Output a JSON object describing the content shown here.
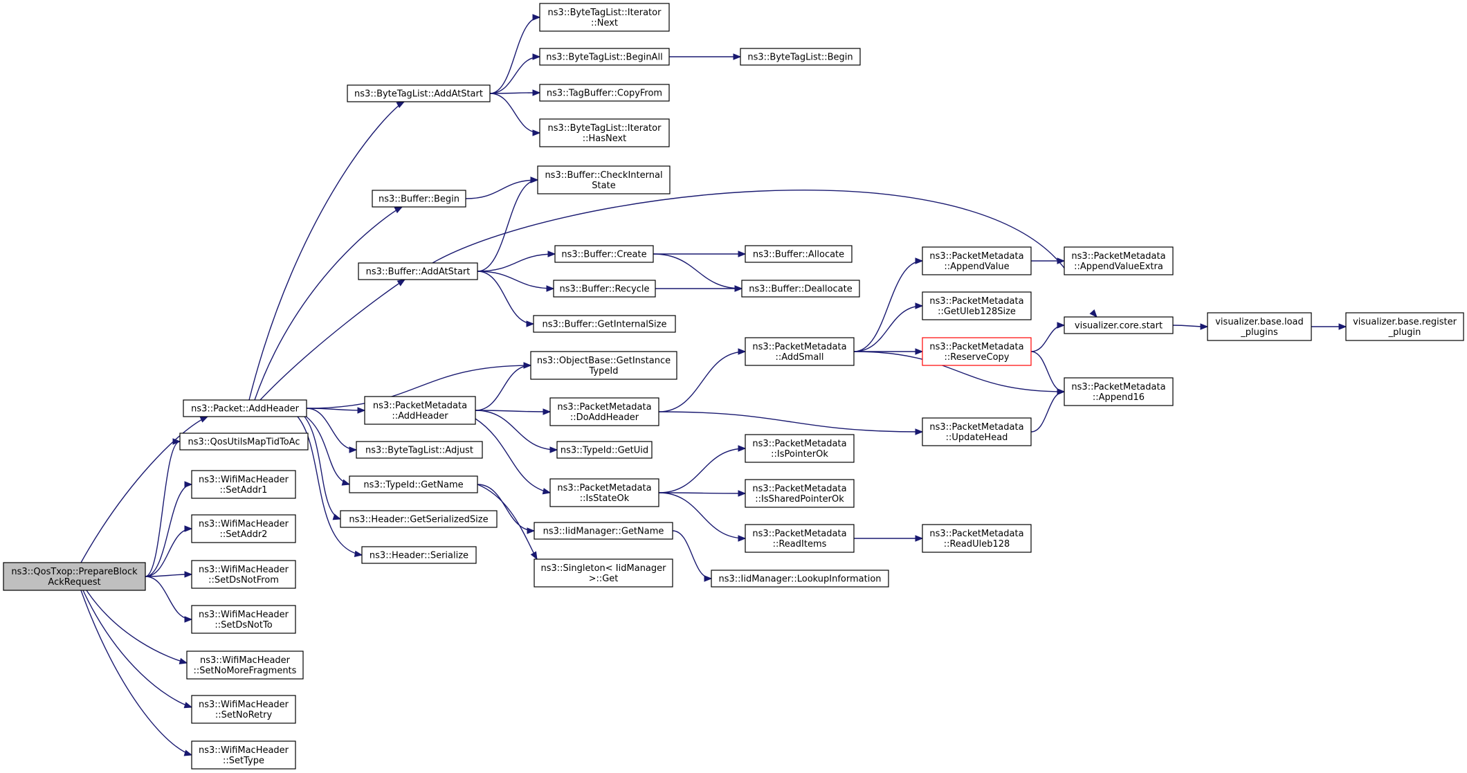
{
  "colors": {
    "edge": "#191970",
    "root_fill": "#bfbfbf",
    "highlight_border": "#ff0000"
  },
  "nodes": [
    {
      "id": "prepare",
      "lines": [
        "ns3::QosTxop::PrepareBlock",
        "AckRequest"
      ],
      "root": true
    },
    {
      "id": "addheader",
      "lines": [
        "ns3::Packet::AddHeader"
      ]
    },
    {
      "id": "maptid",
      "lines": [
        "ns3::QosUtilsMapTidToAc"
      ]
    },
    {
      "id": "setaddr1",
      "lines": [
        "ns3::WifiMacHeader",
        "::SetAddr1"
      ]
    },
    {
      "id": "setaddr2",
      "lines": [
        "ns3::WifiMacHeader",
        "::SetAddr2"
      ]
    },
    {
      "id": "setdsnotfrom",
      "lines": [
        "ns3::WifiMacHeader",
        "::SetDsNotFrom"
      ]
    },
    {
      "id": "setdsnotto",
      "lines": [
        "ns3::WifiMacHeader",
        "::SetDsNotTo"
      ]
    },
    {
      "id": "setnomorefrag",
      "lines": [
        "ns3::WifiMacHeader",
        "::SetNoMoreFragments"
      ]
    },
    {
      "id": "setnoretry",
      "lines": [
        "ns3::WifiMacHeader",
        "::SetNoRetry"
      ]
    },
    {
      "id": "settype",
      "lines": [
        "ns3::WifiMacHeader",
        "::SetType"
      ]
    },
    {
      "id": "btl_addatstart",
      "lines": [
        "ns3::ByteTagList::AddAtStart"
      ]
    },
    {
      "id": "buf_begin",
      "lines": [
        "ns3::Buffer::Begin"
      ]
    },
    {
      "id": "buf_addatstart",
      "lines": [
        "ns3::Buffer::AddAtStart"
      ]
    },
    {
      "id": "getinstancetypeid",
      "lines": [
        "ns3::ObjectBase::GetInstance",
        "TypeId"
      ]
    },
    {
      "id": "pm_addheader",
      "lines": [
        "ns3::PacketMetadata",
        "::AddHeader"
      ]
    },
    {
      "id": "btl_adjust",
      "lines": [
        "ns3::ByteTagList::Adjust"
      ]
    },
    {
      "id": "typeid_getname",
      "lines": [
        "ns3::TypeId::GetName"
      ]
    },
    {
      "id": "hdr_getsersize",
      "lines": [
        "ns3::Header::GetSerializedSize"
      ]
    },
    {
      "id": "hdr_serialize",
      "lines": [
        "ns3::Header::Serialize"
      ]
    },
    {
      "id": "btl_iter_next",
      "lines": [
        "ns3::ByteTagList::Iterator",
        "::Next"
      ]
    },
    {
      "id": "btl_beginall",
      "lines": [
        "ns3::ByteTagList::BeginAll"
      ]
    },
    {
      "id": "tagbuf_copyfrom",
      "lines": [
        "ns3::TagBuffer::CopyFrom"
      ]
    },
    {
      "id": "btl_iter_hasnext",
      "lines": [
        "ns3::ByteTagList::Iterator",
        "::HasNext"
      ]
    },
    {
      "id": "btl_begin",
      "lines": [
        "ns3::ByteTagList::Begin"
      ]
    },
    {
      "id": "buf_checkinternal",
      "lines": [
        "ns3::Buffer::CheckInternal",
        "State"
      ]
    },
    {
      "id": "buf_create",
      "lines": [
        "ns3::Buffer::Create"
      ]
    },
    {
      "id": "buf_recycle",
      "lines": [
        "ns3::Buffer::Recycle"
      ]
    },
    {
      "id": "buf_getinternalsize",
      "lines": [
        "ns3::Buffer::GetInternalSize"
      ]
    },
    {
      "id": "buf_allocate",
      "lines": [
        "ns3::Buffer::Allocate"
      ]
    },
    {
      "id": "buf_deallocate",
      "lines": [
        "ns3::Buffer::Deallocate"
      ]
    },
    {
      "id": "pm_doaddheader",
      "lines": [
        "ns3::PacketMetadata",
        "::DoAddHeader"
      ]
    },
    {
      "id": "typeid_getuid",
      "lines": [
        "ns3::TypeId::GetUid"
      ]
    },
    {
      "id": "pm_isstateok",
      "lines": [
        "ns3::PacketMetadata",
        "::IsStateOk"
      ]
    },
    {
      "id": "iid_getname",
      "lines": [
        "ns3::IidManager::GetName"
      ]
    },
    {
      "id": "singleton_get",
      "lines": [
        "ns3::Singleton< IidManager",
        ">::Get"
      ]
    },
    {
      "id": "iid_lookup",
      "lines": [
        "ns3::IidManager::LookupInformation"
      ]
    },
    {
      "id": "pm_addsmall",
      "lines": [
        "ns3::PacketMetadata",
        "::AddSmall"
      ]
    },
    {
      "id": "pm_ispointerok",
      "lines": [
        "ns3::PacketMetadata",
        "::IsPointerOk"
      ]
    },
    {
      "id": "pm_issharedpointerok",
      "lines": [
        "ns3::PacketMetadata",
        "::IsSharedPointerOk"
      ]
    },
    {
      "id": "pm_readitems",
      "lines": [
        "ns3::PacketMetadata",
        "::ReadItems"
      ]
    },
    {
      "id": "pm_appendvalue",
      "lines": [
        "ns3::PacketMetadata",
        "::AppendValue"
      ]
    },
    {
      "id": "pm_getuleb128size",
      "lines": [
        "ns3::PacketMetadata",
        "::GetUleb128Size"
      ]
    },
    {
      "id": "pm_reservecopy",
      "lines": [
        "ns3::PacketMetadata",
        "::ReserveCopy"
      ],
      "highlight": true
    },
    {
      "id": "pm_updatehead",
      "lines": [
        "ns3::PacketMetadata",
        "::UpdateHead"
      ]
    },
    {
      "id": "pm_readuleb128",
      "lines": [
        "ns3::PacketMetadata",
        "::ReadUleb128"
      ]
    },
    {
      "id": "pm_appendvalueextra",
      "lines": [
        "ns3::PacketMetadata",
        "::AppendValueExtra"
      ]
    },
    {
      "id": "vis_core_start",
      "lines": [
        "visualizer.core.start"
      ]
    },
    {
      "id": "pm_append16",
      "lines": [
        "ns3::PacketMetadata",
        "::Append16"
      ]
    },
    {
      "id": "vis_load_plugins",
      "lines": [
        "visualizer.base.load",
        "_plugins"
      ]
    },
    {
      "id": "vis_register_plugin",
      "lines": [
        "visualizer.base.register",
        "_plugin"
      ]
    }
  ],
  "edges": [
    [
      "prepare",
      "addheader"
    ],
    [
      "prepare",
      "maptid"
    ],
    [
      "prepare",
      "setaddr1"
    ],
    [
      "prepare",
      "setaddr2"
    ],
    [
      "prepare",
      "setdsnotfrom"
    ],
    [
      "prepare",
      "setdsnotto"
    ],
    [
      "prepare",
      "setnomorefrag"
    ],
    [
      "prepare",
      "setnoretry"
    ],
    [
      "prepare",
      "settype"
    ],
    [
      "addheader",
      "btl_addatstart"
    ],
    [
      "addheader",
      "buf_begin"
    ],
    [
      "addheader",
      "buf_addatstart"
    ],
    [
      "addheader",
      "getinstancetypeid"
    ],
    [
      "addheader",
      "pm_addheader"
    ],
    [
      "addheader",
      "btl_adjust"
    ],
    [
      "addheader",
      "typeid_getname"
    ],
    [
      "addheader",
      "hdr_getsersize"
    ],
    [
      "addheader",
      "hdr_serialize"
    ],
    [
      "btl_addatstart",
      "btl_iter_next"
    ],
    [
      "btl_addatstart",
      "btl_beginall"
    ],
    [
      "btl_addatstart",
      "tagbuf_copyfrom"
    ],
    [
      "btl_addatstart",
      "btl_iter_hasnext"
    ],
    [
      "btl_beginall",
      "btl_begin"
    ],
    [
      "buf_begin",
      "buf_checkinternal"
    ],
    [
      "buf_addatstart",
      "buf_checkinternal"
    ],
    [
      "buf_addatstart",
      "vis_core_start"
    ],
    [
      "buf_addatstart",
      "buf_create"
    ],
    [
      "buf_addatstart",
      "buf_recycle"
    ],
    [
      "buf_addatstart",
      "buf_getinternalsize"
    ],
    [
      "buf_create",
      "buf_allocate"
    ],
    [
      "buf_create",
      "buf_deallocate"
    ],
    [
      "buf_recycle",
      "buf_deallocate"
    ],
    [
      "pm_addheader",
      "getinstancetypeid"
    ],
    [
      "pm_addheader",
      "pm_doaddheader"
    ],
    [
      "pm_addheader",
      "typeid_getuid"
    ],
    [
      "pm_addheader",
      "pm_isstateok"
    ],
    [
      "typeid_getname",
      "iid_getname"
    ],
    [
      "typeid_getname",
      "singleton_get"
    ],
    [
      "iid_getname",
      "iid_lookup"
    ],
    [
      "pm_doaddheader",
      "pm_addsmall"
    ],
    [
      "pm_doaddheader",
      "pm_updatehead"
    ],
    [
      "pm_isstateok",
      "pm_ispointerok"
    ],
    [
      "pm_isstateok",
      "pm_issharedpointerok"
    ],
    [
      "pm_isstateok",
      "pm_readitems"
    ],
    [
      "pm_readitems",
      "pm_readuleb128"
    ],
    [
      "pm_addsmall",
      "pm_appendvalue"
    ],
    [
      "pm_addsmall",
      "pm_getuleb128size"
    ],
    [
      "pm_addsmall",
      "pm_reservecopy"
    ],
    [
      "pm_addsmall",
      "pm_append16"
    ],
    [
      "pm_appendvalue",
      "pm_appendvalueextra"
    ],
    [
      "pm_reservecopy",
      "vis_core_start"
    ],
    [
      "pm_reservecopy",
      "pm_append16"
    ],
    [
      "pm_updatehead",
      "pm_append16"
    ],
    [
      "vis_core_start",
      "vis_load_plugins"
    ],
    [
      "vis_load_plugins",
      "vis_register_plugin"
    ]
  ]
}
